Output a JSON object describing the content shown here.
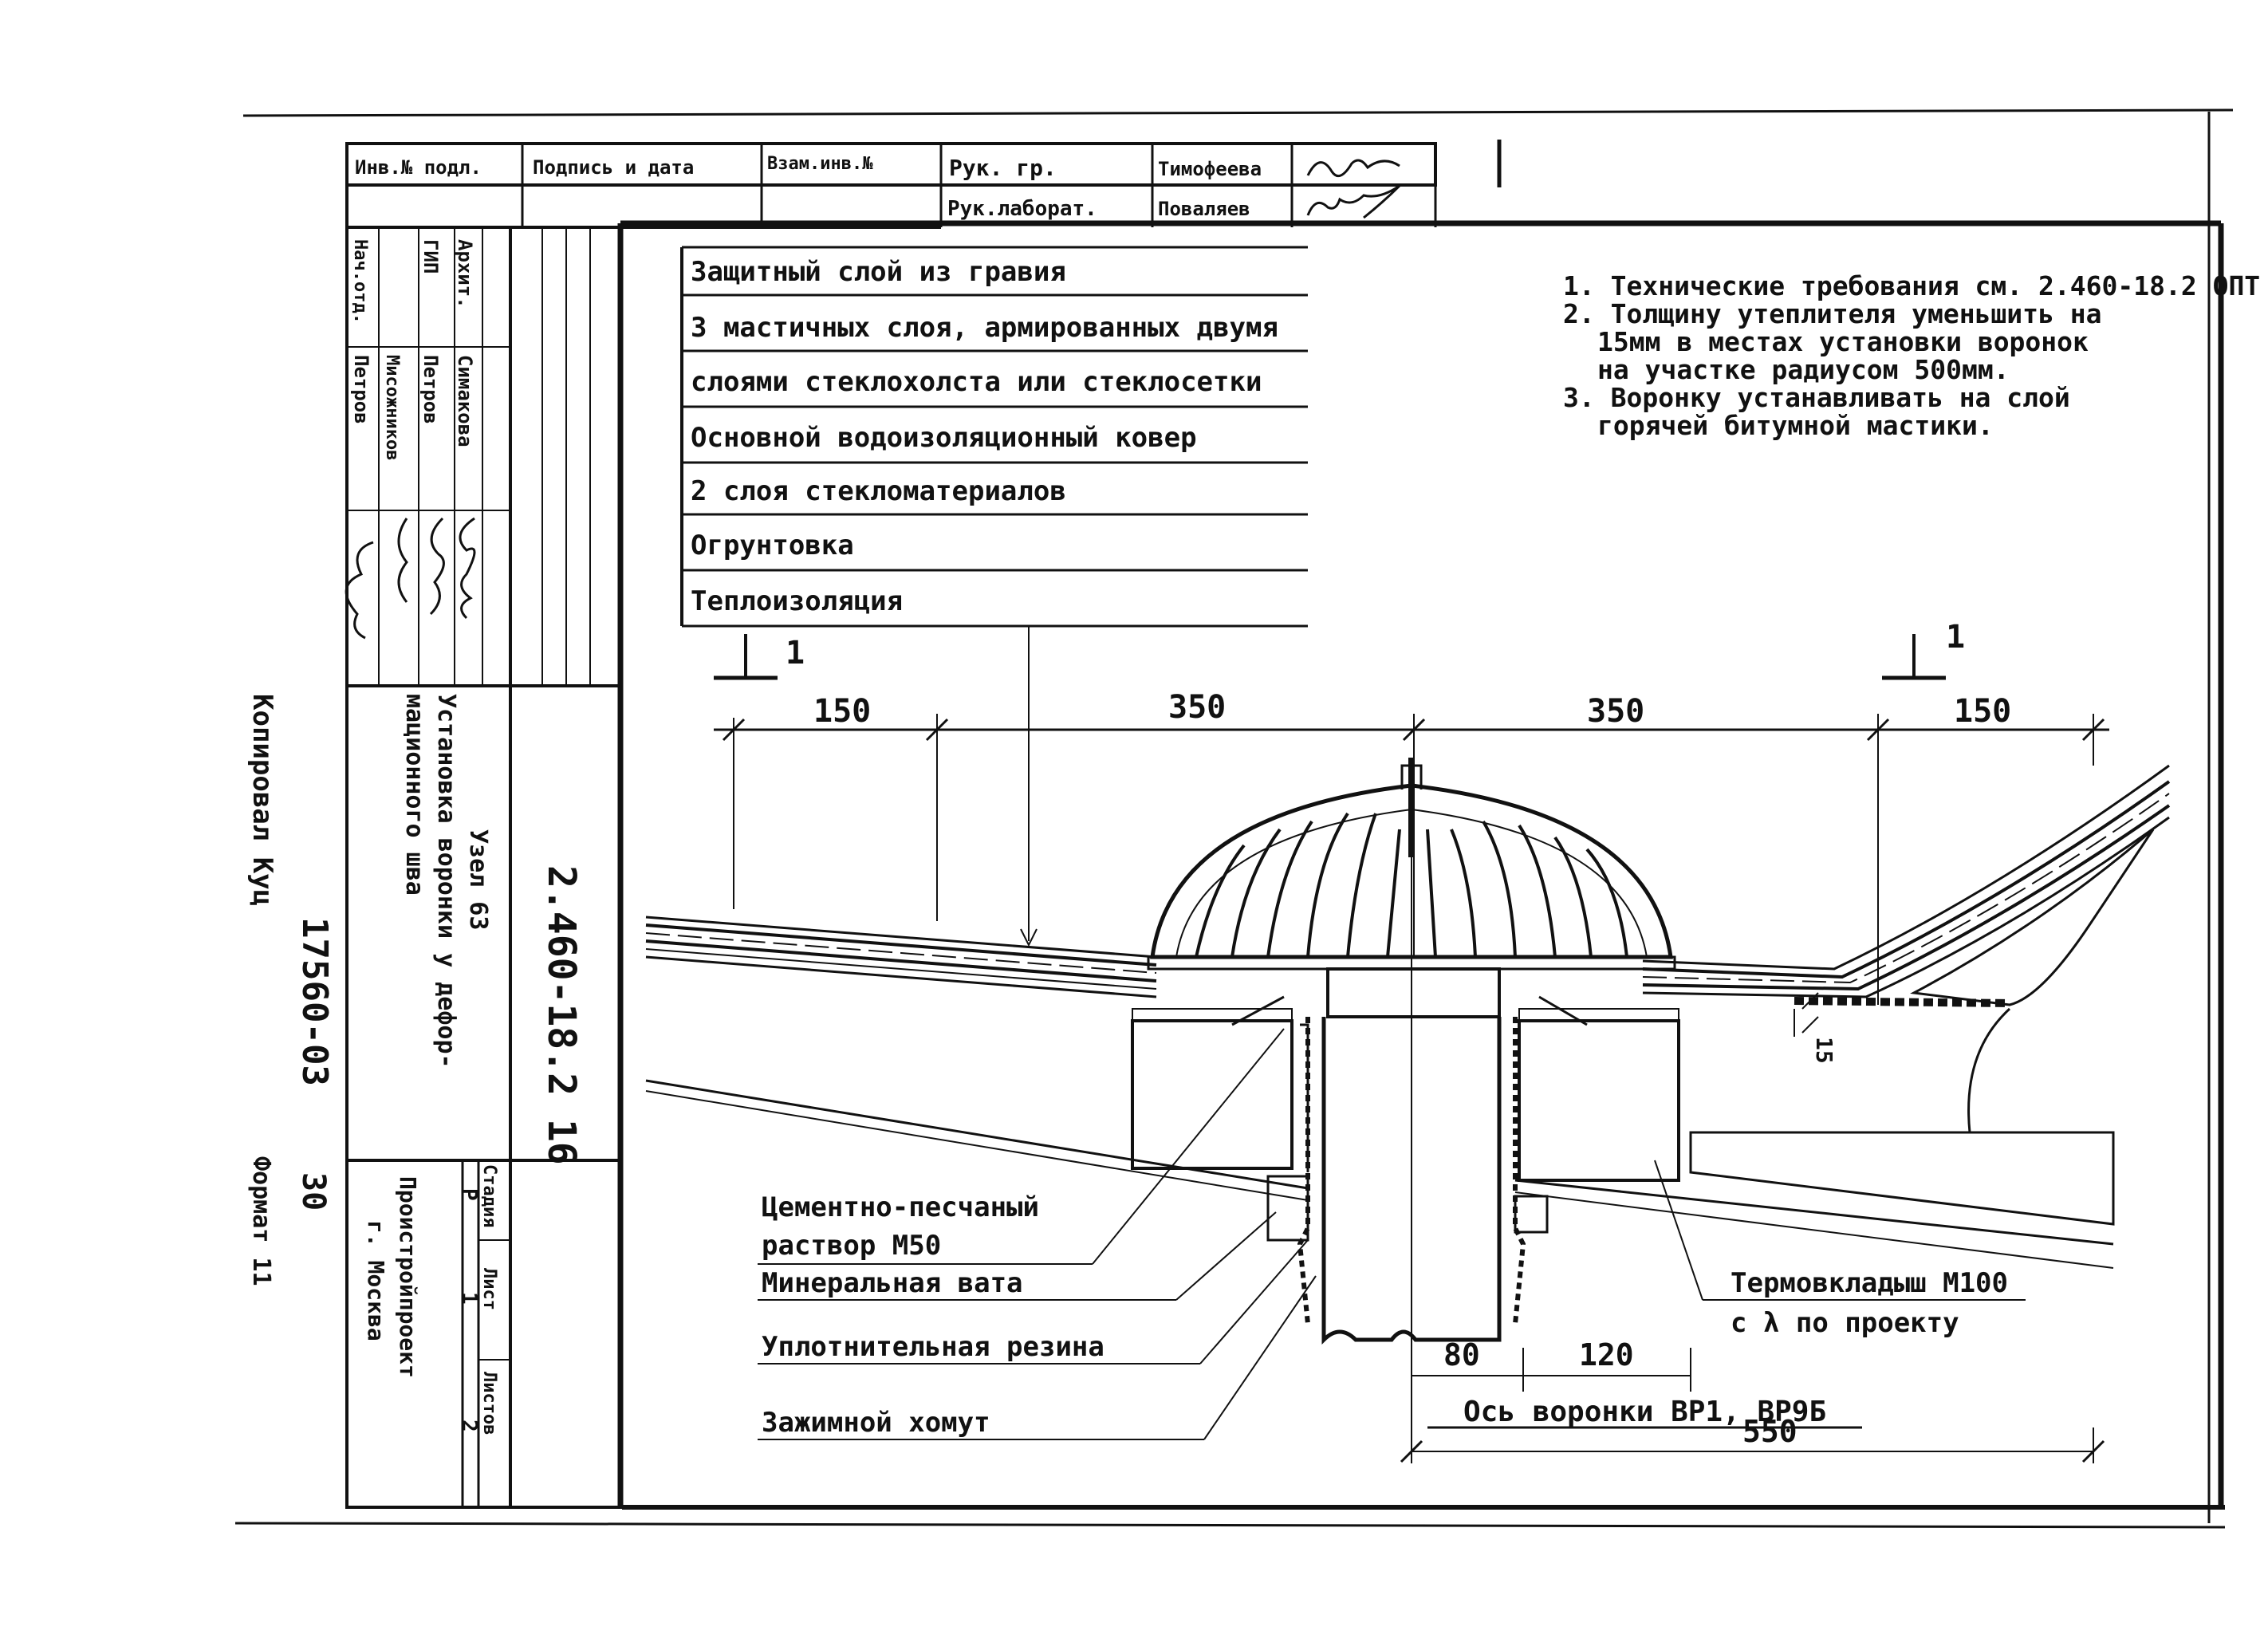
{
  "title_block": {
    "inv_podl": "Инв.№ подл.",
    "podpis_data": "Подпись и дата",
    "vzam_inv": "Взам.инв.№",
    "ruk_gr": "Рук. гр.",
    "ruk_gr_name": "Тимофеева",
    "ruk_lab": "Рук.лаборат.",
    "ruk_lab_name": "Поваляев",
    "roles": [
      "Архит.",
      "ГИП",
      "Нач.отд."
    ],
    "names": [
      "Симакова",
      "Петров",
      "Мисожников",
      "Петров"
    ],
    "drawing_number": "2.460-18.2 16",
    "drawing_title_1": "Узел 63",
    "drawing_title_2": "Установка воронки у дефор-",
    "drawing_title_3": "мационного шва",
    "stadia_label": "Стадия",
    "list_label": "Лист",
    "listov_label": "Листов",
    "stadia": "Р",
    "list": "1",
    "listov": "2",
    "org_1": "Проистройпроект",
    "org_2": "г. Москва",
    "copied": "Копировал Куц",
    "archive": "17560-03",
    "page": "30",
    "format": "Формат 11"
  },
  "layers": [
    "Защитный слой из гравия",
    "3 мастичных слоя, армированных двумя",
    "слоями стеклохолста или стеклосетки",
    "Основной водоизоляционный ковер",
    "2 слоя стекломатериалов",
    "Огрунтовка",
    "Теплоизоляция"
  ],
  "notes": [
    "1. Технические требования см. 2.460-18.2 ОПТ",
    "2. Толщину утеплителя уменьшить на",
    "15мм в местах установки воронок",
    "на участке радиусом 500мм.",
    "3. Воронку устанавливать на слой",
    "горячей битумной мастики."
  ],
  "dimensions": {
    "d1": "150",
    "d2": "350",
    "d3": "350",
    "d4": "150",
    "d80": "80",
    "d120": "120",
    "d550": "550",
    "d15": "15",
    "section": "1"
  },
  "callouts": {
    "cement_1": "Цементно-песчаный",
    "cement_2": "раствор М50",
    "mineral": "Минеральная вата",
    "rubber": "Уплотнительная резина",
    "clamp": "Зажимной хомут",
    "thermo_1": "Термовкладыш М100",
    "thermo_2": "с λ по проекту",
    "axis": "Ось воронки ВР1, ВР9Б"
  }
}
